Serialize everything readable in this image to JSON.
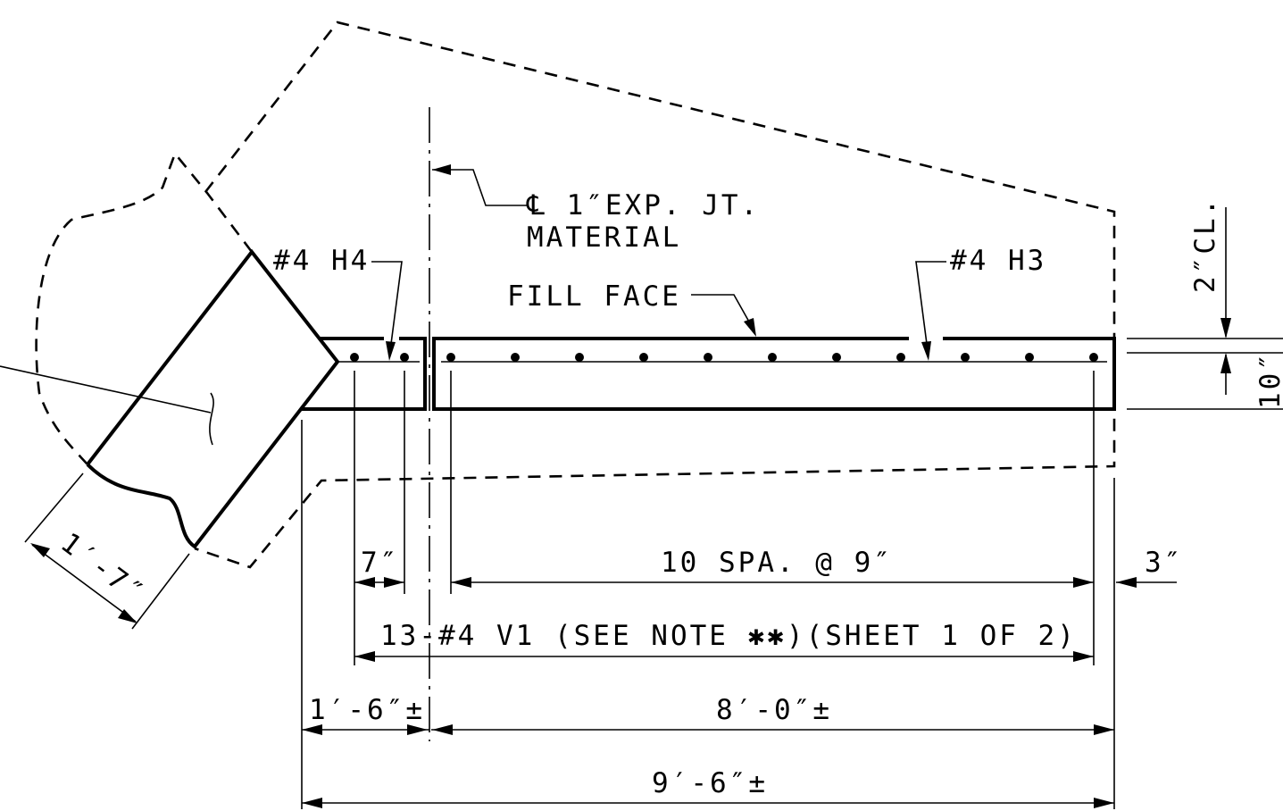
{
  "labels": {
    "exp_joint_line1": "℄ 1″EXP. JT.",
    "exp_joint_line2": "MATERIAL",
    "bar_h4": "#4 H4",
    "bar_h3": "#4 H3",
    "fill_face": "FILL FACE",
    "cover": "2″CL.",
    "thickness": "10″",
    "wing_width": "1′-7″",
    "dim_7": "7″",
    "dim_spacing": "10 SPA. @ 9″",
    "dim_3": "3″",
    "dim_v1": "13-#4 V1 (SEE NOTE ✱✱)(SHEET 1 OF 2)",
    "dim_1_6": "1′-6″±",
    "dim_8_0": "8′-0″±",
    "dim_9_6": "9′-6″±"
  },
  "rebar": {
    "h3_dot_count": 11,
    "h4_dot_count": 2
  }
}
